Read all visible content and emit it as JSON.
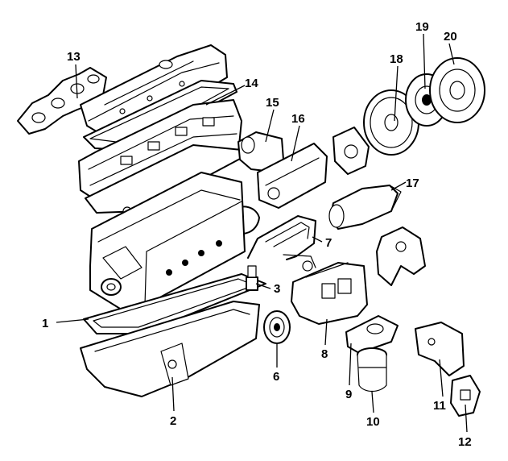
{
  "callouts": [
    {
      "id": "1",
      "label": "1"
    },
    {
      "id": "2",
      "label": "2"
    },
    {
      "id": "3",
      "label": "3"
    },
    {
      "id": "6",
      "label": "6"
    },
    {
      "id": "7",
      "label": "7"
    },
    {
      "id": "8",
      "label": "8"
    },
    {
      "id": "9",
      "label": "9"
    },
    {
      "id": "10",
      "label": "10"
    },
    {
      "id": "11",
      "label": "11"
    },
    {
      "id": "12",
      "label": "12"
    },
    {
      "id": "13",
      "label": "13"
    },
    {
      "id": "14",
      "label": "14"
    },
    {
      "id": "15",
      "label": "15"
    },
    {
      "id": "16",
      "label": "16"
    },
    {
      "id": "17",
      "label": "17"
    },
    {
      "id": "18",
      "label": "18"
    },
    {
      "id": "19",
      "label": "19"
    },
    {
      "id": "20",
      "label": "20"
    }
  ]
}
